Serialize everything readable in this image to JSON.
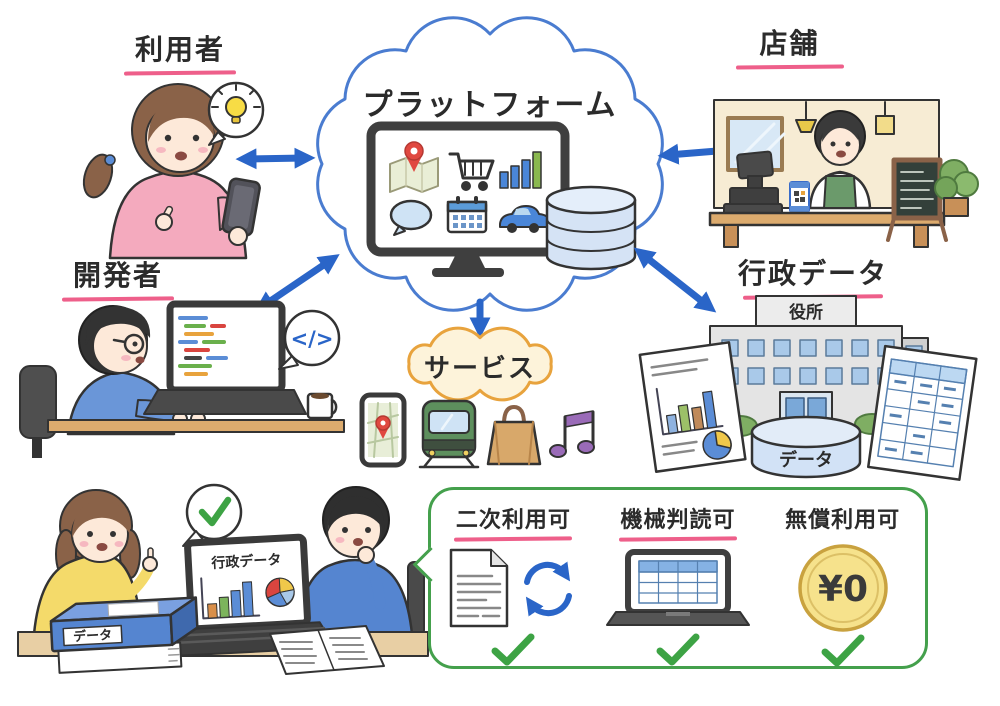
{
  "diagram": {
    "platform": {
      "label": "プラットフォーム"
    },
    "actors": {
      "user": {
        "label": "利用者"
      },
      "store": {
        "label": "店舗"
      },
      "developer": {
        "label": "開発者",
        "code_symbol": "</>"
      },
      "gov_data": {
        "label": "行政データ",
        "building_sign": "役所",
        "cylinder_label": "データ"
      }
    },
    "services": {
      "label": "サービス"
    },
    "meeting": {
      "laptop_screen_title": "行政データ",
      "book_spine_label": "データ"
    },
    "open_data_panel": {
      "items": [
        {
          "label": "二次利用可",
          "icon": "document-reuse-icon"
        },
        {
          "label": "機械判読可",
          "icon": "spreadsheet-laptop-icon"
        },
        {
          "label": "無償利用可",
          "icon": "zero-yen-coin-icon",
          "coin_text": "¥0"
        }
      ]
    },
    "colors": {
      "arrow_blue": "#2a65c8",
      "cloud_outline": "#4a7cd0",
      "underline_pink": "#ee5f8a",
      "panel_green": "#44a04c",
      "check_green": "#3da344",
      "service_outline": "#e8a33d",
      "service_fill": "#fdf3da",
      "coin_gold": "#f6e28c"
    }
  }
}
